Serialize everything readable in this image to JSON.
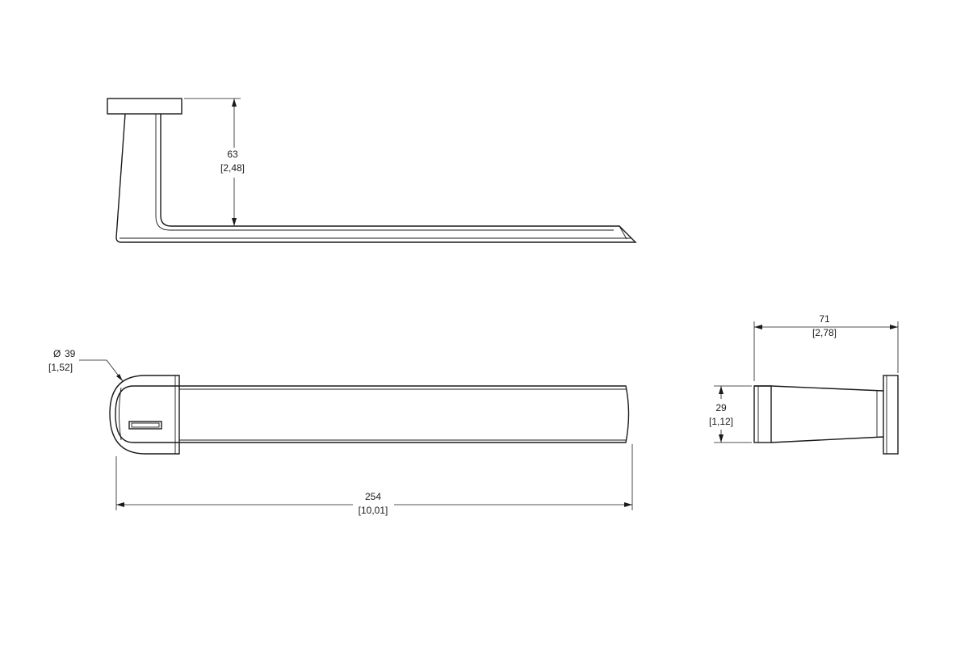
{
  "dimensions": {
    "height": {
      "mm": "63",
      "inch": "[2,48]"
    },
    "diameter": {
      "symbol": "Ø",
      "mm": "39",
      "inch": "[1,52]"
    },
    "length": {
      "mm": "254",
      "inch": "[10,01]"
    },
    "depth": {
      "mm": "71",
      "inch": "[2,78]"
    },
    "thickness": {
      "mm": "29",
      "inch": "[1,12]"
    }
  }
}
